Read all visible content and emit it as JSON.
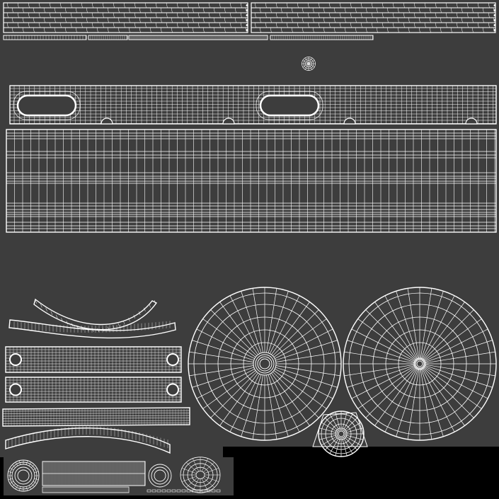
{
  "colors": {
    "background": "#3d3d3d",
    "wire": "#ffffff",
    "empty_region": "#000000"
  },
  "islands": [
    {
      "name": "plank-strip-top-left",
      "kind": "grid"
    },
    {
      "name": "plank-strip-top-right",
      "kind": "grid"
    },
    {
      "name": "thin-strips-row",
      "kind": "grid"
    },
    {
      "name": "small-disc",
      "kind": "disc"
    },
    {
      "name": "rail-panel-with-slots",
      "kind": "grid"
    },
    {
      "name": "large-grid-panel",
      "kind": "grid"
    },
    {
      "name": "curved-strips",
      "kind": "curve"
    },
    {
      "name": "wheel-disc-left",
      "kind": "disc"
    },
    {
      "name": "wheel-disc-right",
      "kind": "disc"
    },
    {
      "name": "small-hub-disc",
      "kind": "disc"
    },
    {
      "name": "bottom-parts-strip",
      "kind": "grid"
    }
  ]
}
